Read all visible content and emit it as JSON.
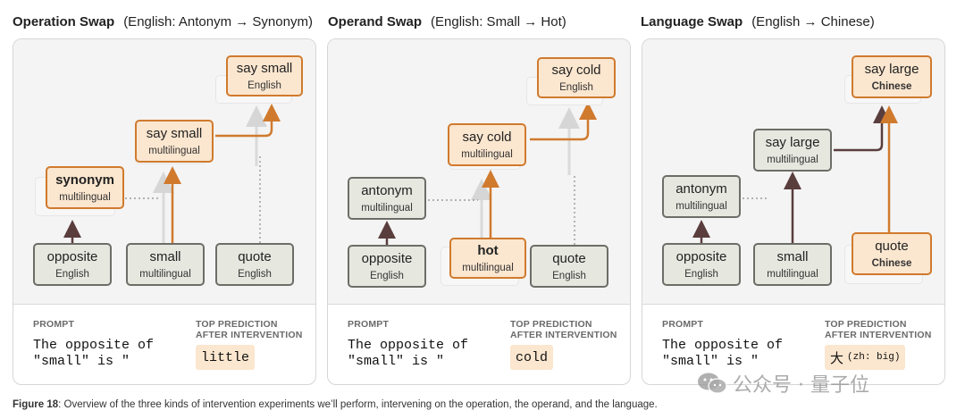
{
  "panels": [
    {
      "heading_bold": "Operation Swap",
      "heading_sub": "(English:  Antonym → Synonym)",
      "prompt_label": "PROMPT",
      "prediction_label_1": "TOP PREDICTION",
      "prediction_label_2": "AFTER INTERVENTION",
      "prompt_text": "The opposite of\n\"small\" is \"",
      "prediction": "little",
      "prediction_note": "",
      "nodes": {
        "top": {
          "name": "say small",
          "lang": "English"
        },
        "mid": {
          "name": "say small",
          "lang": "multilingual"
        },
        "feature": {
          "name": "synonym",
          "lang": "multilingual"
        },
        "in1": {
          "name": "opposite",
          "lang": "English"
        },
        "in2": {
          "name": "small",
          "lang": "multilingual"
        },
        "in3": {
          "name": "quote",
          "lang": "English"
        }
      }
    },
    {
      "heading_bold": "Operand Swap",
      "heading_sub": "(English:  Small → Hot)",
      "prompt_label": "PROMPT",
      "prediction_label_1": "TOP PREDICTION",
      "prediction_label_2": "AFTER INTERVENTION",
      "prompt_text": "The opposite of\n\"small\" is \"",
      "prediction": "cold",
      "prediction_note": "",
      "nodes": {
        "top": {
          "name": "say cold",
          "lang": "English"
        },
        "mid": {
          "name": "say cold",
          "lang": "multilingual"
        },
        "feature": {
          "name": "antonym",
          "lang": "multilingual"
        },
        "in1": {
          "name": "opposite",
          "lang": "English"
        },
        "in2": {
          "name": "hot",
          "lang": "multilingual"
        },
        "in3": {
          "name": "quote",
          "lang": "English"
        }
      }
    },
    {
      "heading_bold": "Language Swap",
      "heading_sub": "(English → Chinese)",
      "prompt_label": "PROMPT",
      "prediction_label_1": "TOP PREDICTION",
      "prediction_label_2": "AFTER INTERVENTION",
      "prompt_text": "The opposite of\n\"small\" is \"",
      "prediction": "大",
      "prediction_note": "(zh: big)",
      "nodes": {
        "top": {
          "name": "say large",
          "lang": "Chinese"
        },
        "mid": {
          "name": "say large",
          "lang": "multilingual"
        },
        "feature": {
          "name": "antonym",
          "lang": "multilingual"
        },
        "in1": {
          "name": "opposite",
          "lang": "English"
        },
        "in2": {
          "name": "small",
          "lang": "multilingual"
        },
        "in3": {
          "name": "quote",
          "lang": "Chinese"
        }
      }
    }
  ],
  "caption": {
    "bold": "Figure 18",
    "text": ": Overview of the three kinds of intervention experiments we’ll perform, intervening on the operation, the operand, and the language."
  },
  "watermark": "公众号 · 量子位",
  "colors": {
    "orange_fill": "#fbe6cf",
    "orange_border": "#d07a2e",
    "grey_fill": "#e6e8e0",
    "grey_border": "#6d6d68",
    "dark_arrow": "#5a3d3d"
  }
}
